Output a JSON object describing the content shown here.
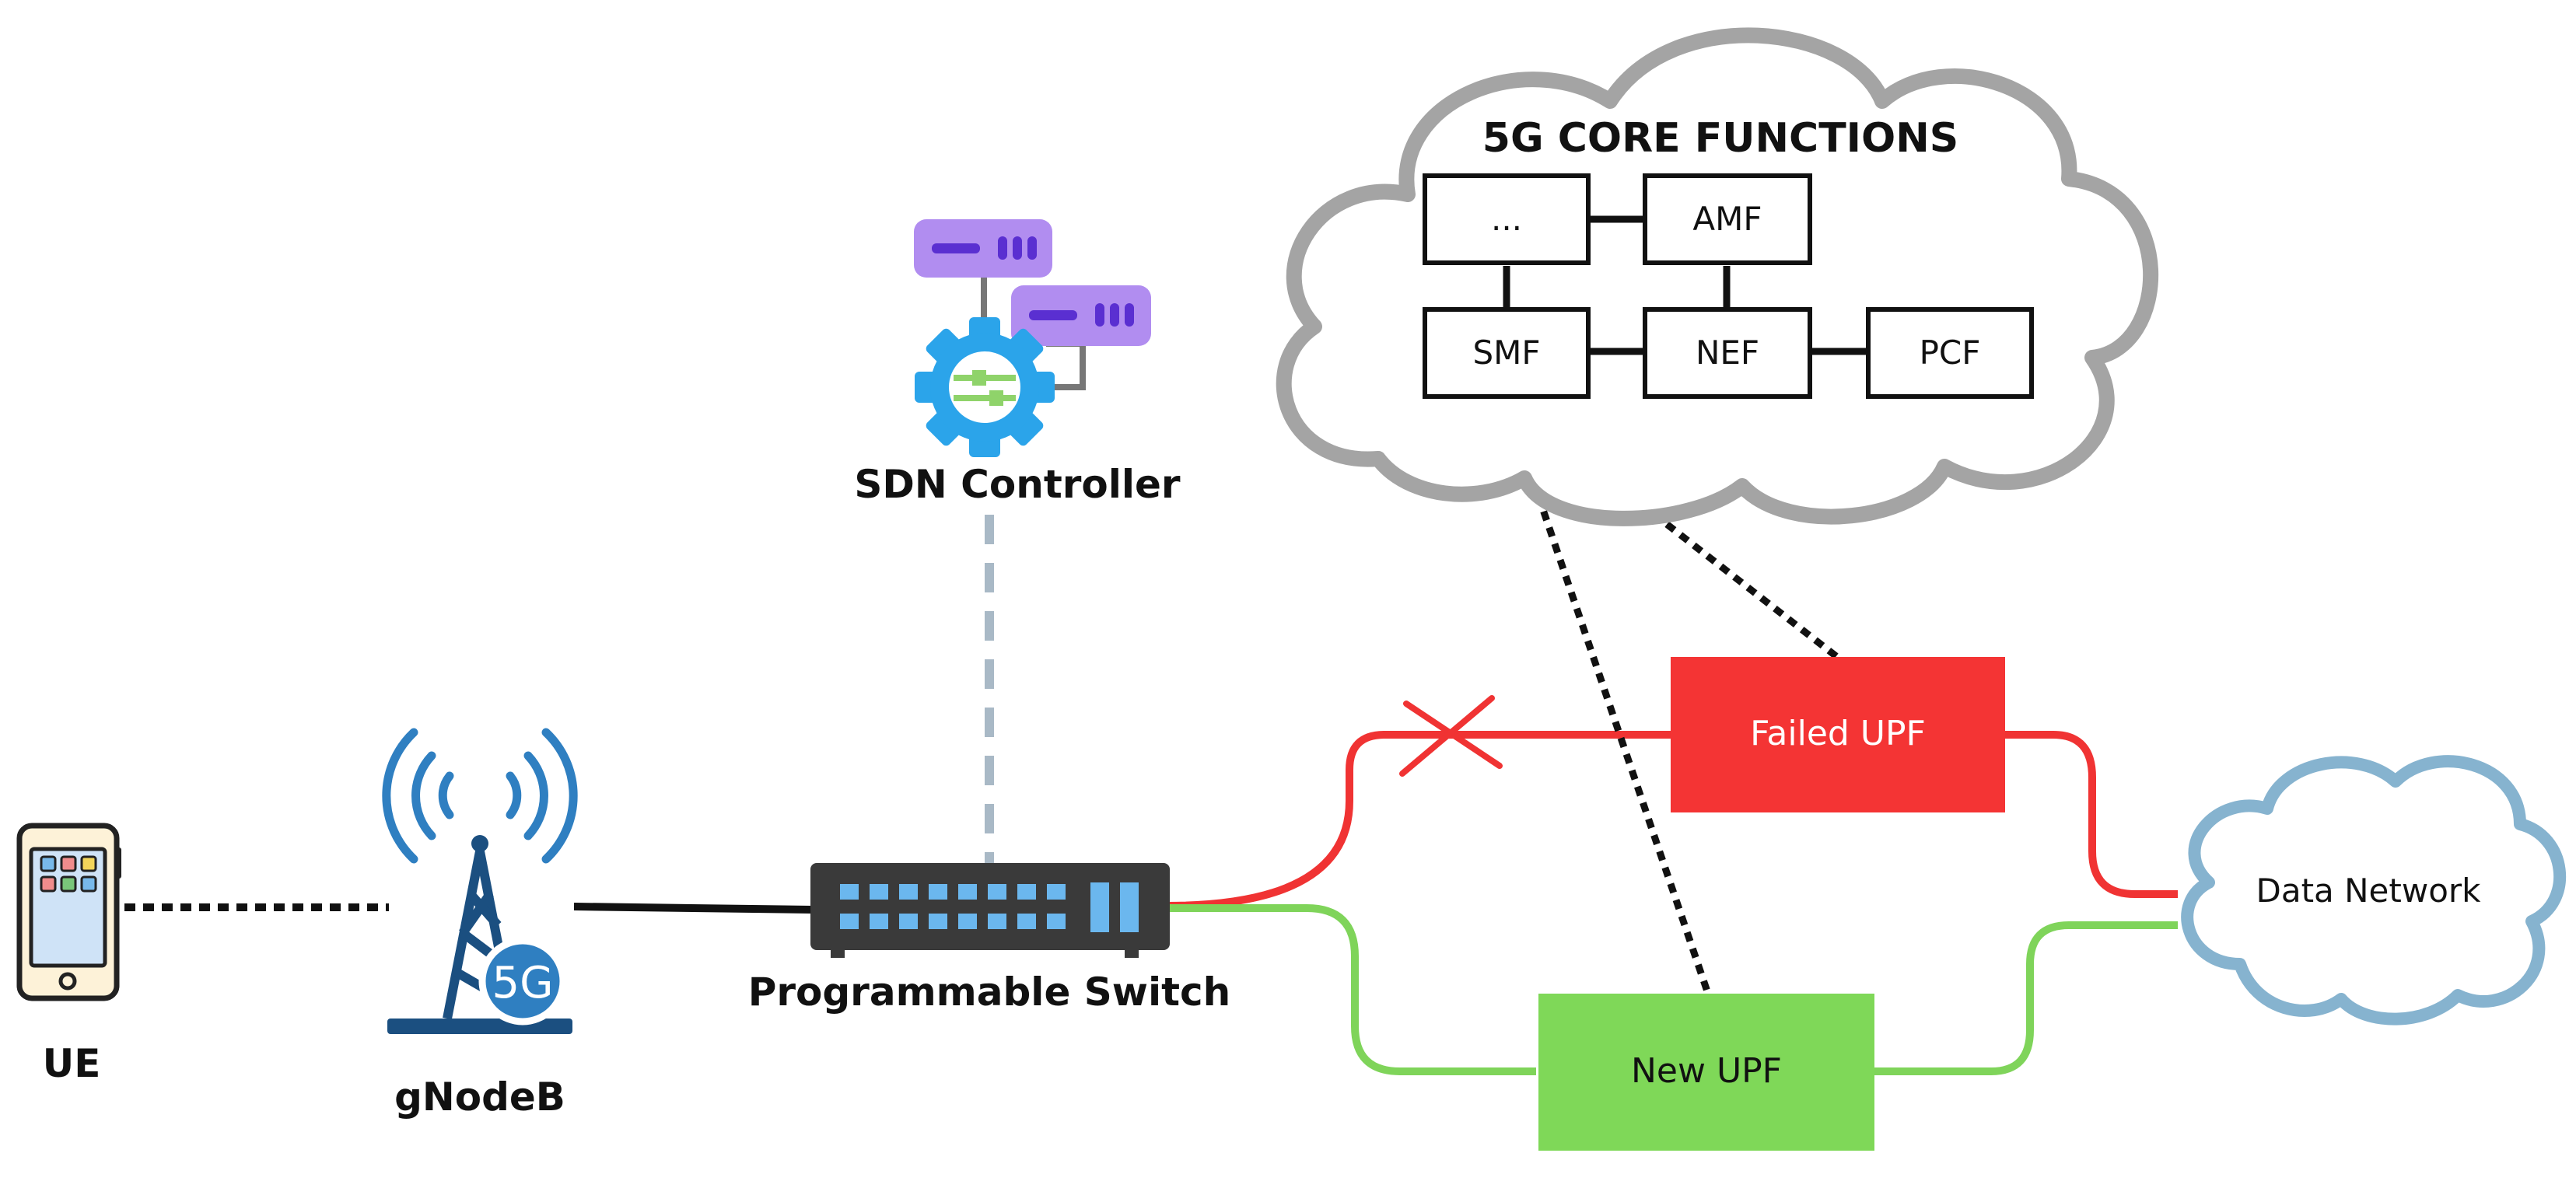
{
  "nodes": {
    "ue": {
      "label": "UE"
    },
    "gnodeb": {
      "label": "gNodeB",
      "badge": "5G"
    },
    "sdn_controller": {
      "label": "SDN Controller"
    },
    "switch": {
      "label": "Programmable Switch"
    },
    "core": {
      "title": "5G CORE FUNCTIONS",
      "functions": {
        "more": "...",
        "amf": "AMF",
        "smf": "SMF",
        "nef": "NEF",
        "pcf": "PCF"
      }
    },
    "failed_upf": {
      "label": "Failed UPF"
    },
    "new_upf": {
      "label": "New UPF"
    },
    "data_network": {
      "label": "Data Network"
    }
  },
  "colors": {
    "failed_path": "#f03333",
    "new_path": "#7fd45a",
    "failed_upf_fill": "#f43434",
    "new_upf_fill": "#7fd858",
    "cloud_core": "#a4a4a4",
    "cloud_data": "#86b3cf",
    "control_link": "#a9b9c6",
    "switch_body": "#3a3a3a",
    "switch_port": "#6bb7ee",
    "antenna_blue": "#2f7fc1",
    "server_purple": "#b18df0",
    "gear_blue": "#2ba4ea"
  }
}
